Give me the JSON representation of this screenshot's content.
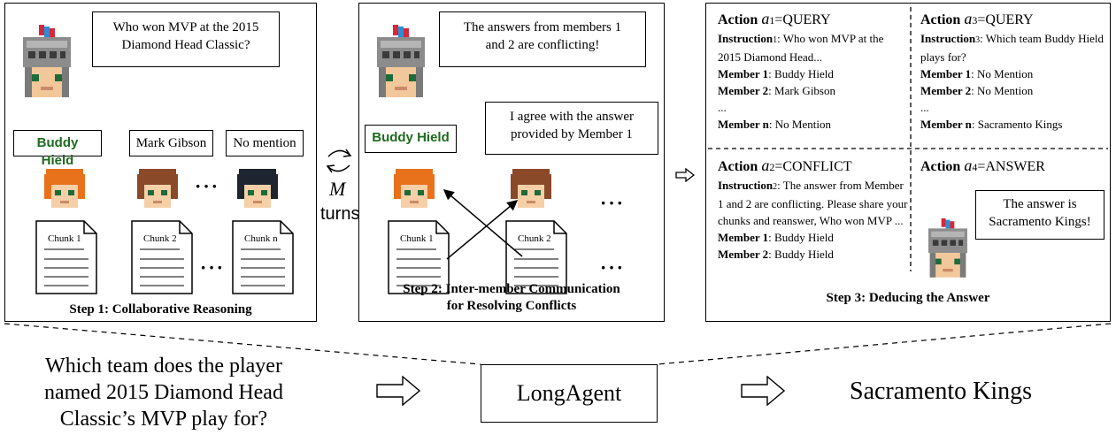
{
  "step1": {
    "question_bubble": [
      "Who won MVP at the 2015",
      "Diamond Head Classic?"
    ],
    "answers": [
      "Buddy Hield",
      "Mark Gibson",
      "No mention"
    ],
    "chunks": [
      "Chunk 1",
      "Chunk 2",
      "Chunk n"
    ],
    "caption": "Step 1: Collaborative Reasoning"
  },
  "middle": {
    "var": "M",
    "turns": "turns"
  },
  "step2": {
    "leader_bubble": [
      "The answers from members 1",
      "and 2 are conflicting!"
    ],
    "answer": "Buddy Hield",
    "agree_bubble": [
      "I agree with the answer",
      "provided by Member 1"
    ],
    "chunks": [
      "Chunk 1",
      "Chunk 2"
    ],
    "caption": [
      "Step 2: Inter-member Communication",
      "for Resolving Conflicts"
    ]
  },
  "step3": {
    "a1": {
      "head": "Action a1=QUERY",
      "instruction_label": "Instruction1",
      "instruction_text": ": Who won MVP at the 2015 Diamond Head...",
      "m1_label": "Member 1",
      "m1": ": Buddy Hield",
      "m2_label": "Member 2",
      "m2": ": Mark Gibson",
      "ellipsis": "...",
      "mn_label": "Member n",
      "mn": ": No Mention"
    },
    "a3": {
      "head": "Action a3=QUERY",
      "instruction_label": "Instruction3",
      "instruction_text": ": Which team Buddy Hield plays for?",
      "m1_label": "Member 1",
      "m1": ": No Mention",
      "m2_label": "Member 2",
      "m2": ": No Mention",
      "ellipsis": "...",
      "mn_label": "Member n",
      "mn": ": Sacramento Kings"
    },
    "a2": {
      "head": "Action a2=CONFLICT",
      "instruction_label": "Instruction2",
      "instruction_text": ": The answer from Member 1 and 2 are conflicting. Please share your chunks and reanswer, Who won MVP ...",
      "m1_label": "Member 1",
      "m1": ": Buddy Hield",
      "m2_label": "Member 2",
      "m2": ": Buddy Hield"
    },
    "a4": {
      "head": "Action a4=ANSWER",
      "bubble": [
        "The answer is",
        "Sacramento Kings!"
      ]
    },
    "caption": "Step 3: Deducing the Answer"
  },
  "bottom": {
    "question": [
      "Which team does the player",
      "named 2015 Diamond Head",
      "Classic’s MVP play for?"
    ],
    "agent": "LongAgent",
    "answer": "Sacramento Kings"
  }
}
